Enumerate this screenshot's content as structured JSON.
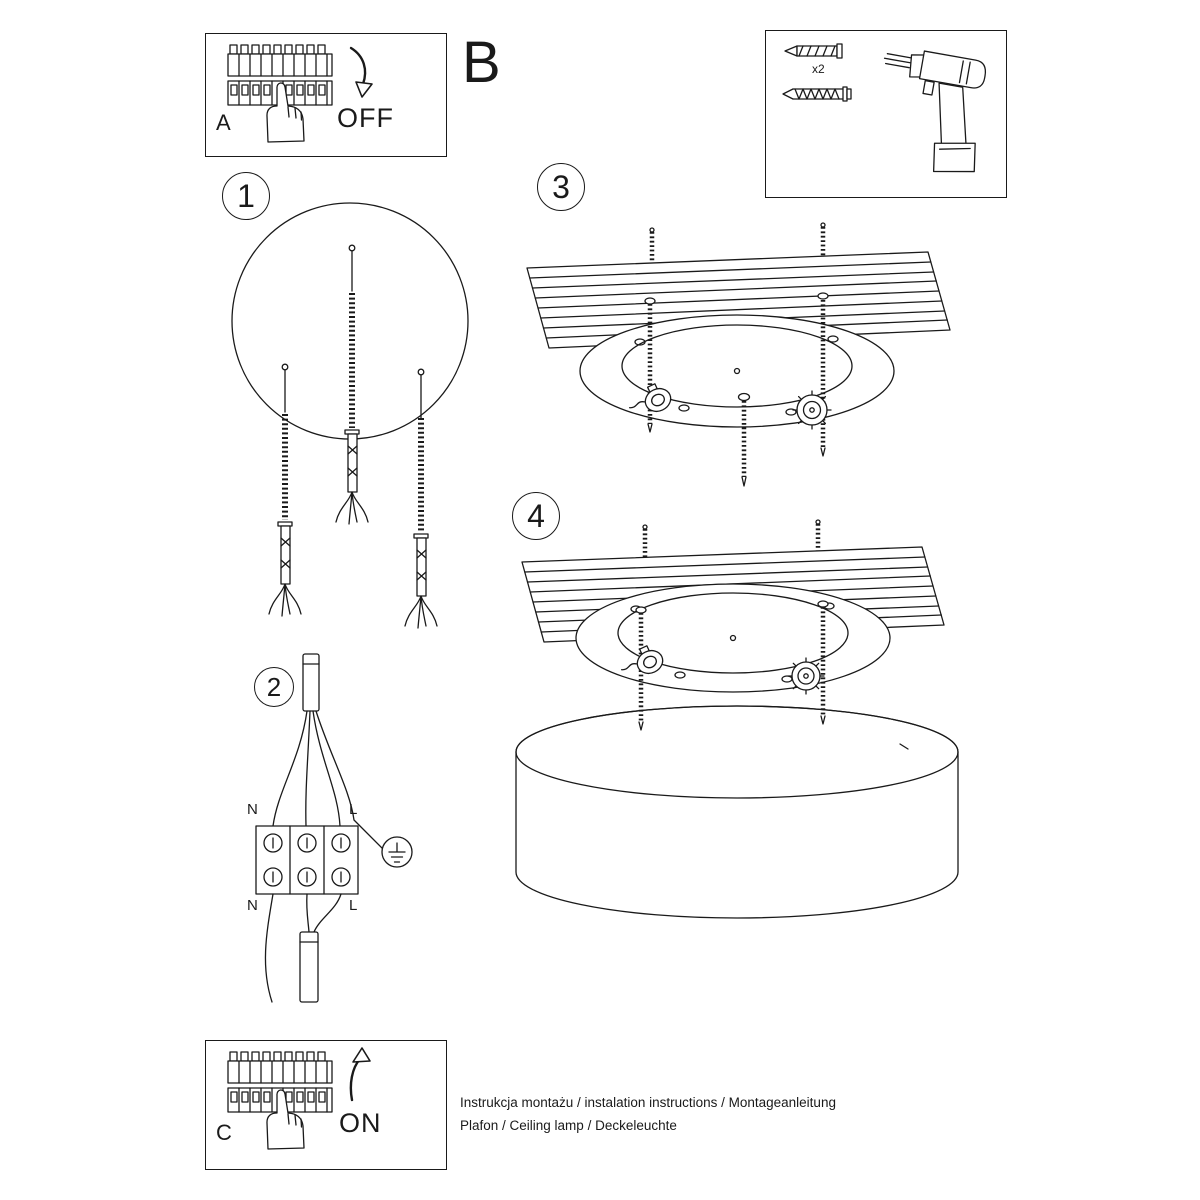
{
  "colors": {
    "ink": "#1a1a1a",
    "paper": "#ffffff"
  },
  "panel_a": {
    "label": "A",
    "switch_state": "OFF"
  },
  "section_b": {
    "label": "B"
  },
  "parts_box": {
    "anchor_quantity": "x2"
  },
  "steps": {
    "s1": "1",
    "s2": "2",
    "s3": "3",
    "s4": "4"
  },
  "wiring": {
    "n_top": "N",
    "l_top": "L",
    "n_bottom": "N",
    "l_bottom": "L"
  },
  "panel_c": {
    "label": "C",
    "switch_state": "ON"
  },
  "footer": {
    "line1": "Instrukcja montażu / instalation instructions / Montageanleitung",
    "line2": "Plafon / Ceiling lamp / Deckeleuchte"
  }
}
